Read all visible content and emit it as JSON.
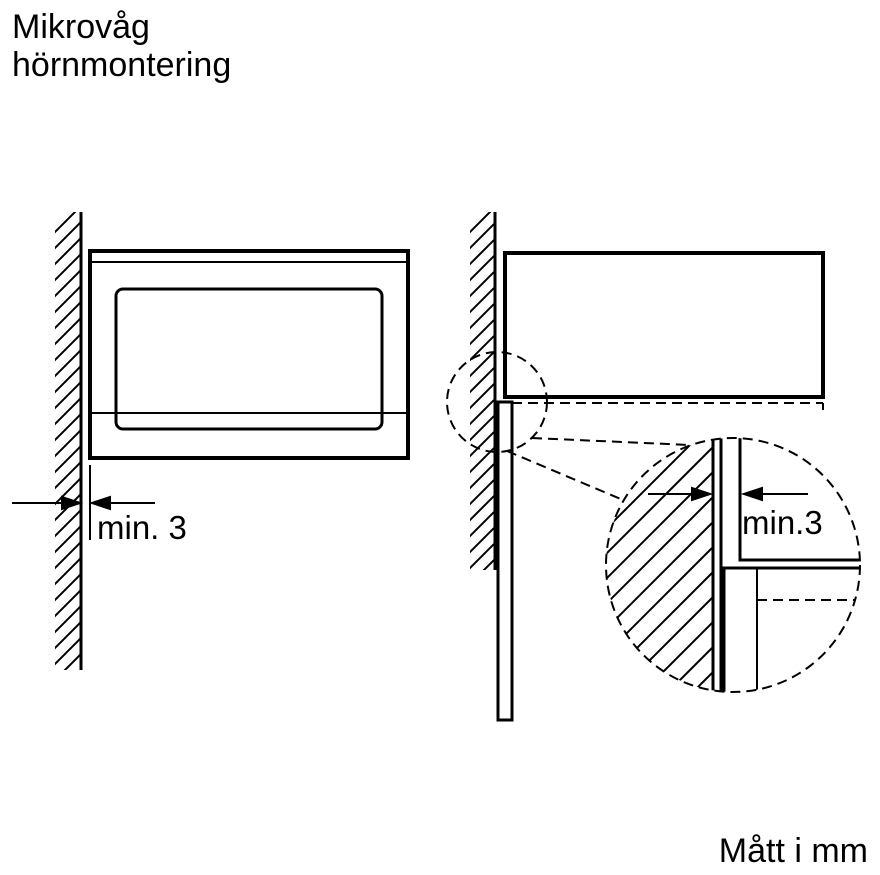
{
  "title": {
    "line1": "Mikrovåg",
    "line2": "hörnmontering"
  },
  "front_view": {
    "dimension_label": "min. 3"
  },
  "side_view": {
    "detail_dimension_label": "min.3"
  },
  "footer": {
    "units_note": "Mått i mm"
  }
}
